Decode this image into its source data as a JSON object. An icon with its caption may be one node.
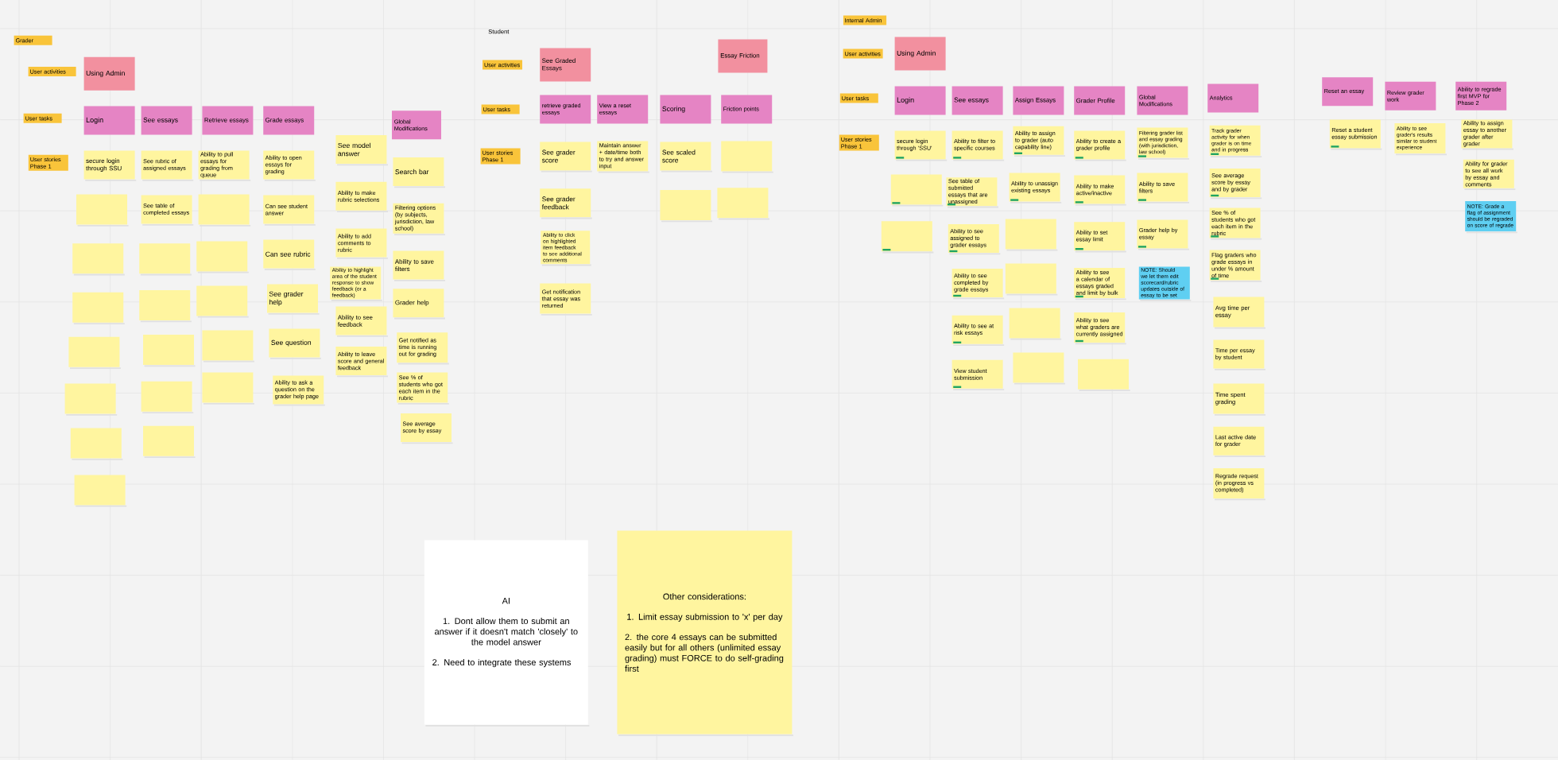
{
  "diagram": {
    "nodes": [
      {
        "text": [
          "Grader"
        ]
      },
      {
        "text": [
          "User activities"
        ]
      },
      {
        "text": [
          "User tasks"
        ]
      },
      {
        "text": [
          "User stories Phase 1"
        ]
      },
      {
        "text": [
          "Using Admin"
        ]
      },
      {
        "text": [
          "Login"
        ]
      },
      {
        "text": [
          "See essays"
        ]
      },
      {
        "text": [
          "Retrieve essays"
        ]
      },
      {
        "text": [
          "Grade essays"
        ]
      },
      {
        "text": [
          "secure login through SSU"
        ]
      },
      {
        "text": [],
        "shape": "box"
      },
      {
        "text": [],
        "shape": "box"
      },
      {
        "text": [],
        "shape": "box"
      },
      {
        "text": [],
        "shape": "box"
      },
      {
        "text": [],
        "shape": "box"
      },
      {
        "text": [],
        "shape": "box"
      },
      {
        "text": [],
        "shape": "box"
      },
      {
        "text": [
          "See rubric of assigned essays"
        ]
      },
      {
        "text": [
          "See table of completed essays"
        ]
      },
      {
        "text": [],
        "shape": "box"
      },
      {
        "text": [],
        "shape": "box"
      },
      {
        "text": [],
        "shape": "box"
      },
      {
        "text": [],
        "shape": "box"
      },
      {
        "text": [],
        "shape": "box"
      },
      {
        "text": [
          "Ability to pull essays for grading from queue"
        ]
      },
      {
        "text": [],
        "shape": "box"
      },
      {
        "text": [],
        "shape": "box"
      },
      {
        "text": [],
        "shape": "box"
      },
      {
        "text": [],
        "shape": "box"
      },
      {
        "text": [],
        "shape": "box"
      },
      {
        "text": [
          "Ability to open essays for grading"
        ]
      },
      {
        "text": [
          "Can see student answer"
        ]
      },
      {
        "text": [
          "Can see rubric"
        ]
      },
      {
        "text": [
          "See grader help"
        ]
      },
      {
        "text": [
          "See question"
        ]
      },
      {
        "text": [
          "Ability to ask a question on the grader help page"
        ]
      },
      {
        "text": [
          "See model answer"
        ]
      },
      {
        "text": [
          "Ability to make rubric selections"
        ]
      },
      {
        "text": [
          "Ability to add comments to rubric"
        ]
      },
      {
        "text": [
          "Ability to highlight area of the student response to show feedback (or a feedback)"
        ]
      },
      {
        "text": [
          "Ability to see feedback"
        ]
      },
      {
        "text": [
          "Ability to leave score and general feedback"
        ]
      },
      {
        "text": [
          "Global Modifications"
        ]
      },
      {
        "text": [
          "Search bar"
        ]
      },
      {
        "text": [
          "Filtering options (by subjects, jurisdiction, law school)"
        ]
      },
      {
        "text": [
          "Ability to save filters"
        ]
      },
      {
        "text": [
          "Grader help"
        ]
      },
      {
        "text": [
          "Get notified as time is running out for grading"
        ]
      },
      {
        "text": [
          "See % of students who got each item in the rubric"
        ]
      },
      {
        "text": [
          "See average score by essay"
        ]
      },
      {
        "text": [
          "User activities"
        ]
      },
      {
        "text": [
          "User tasks"
        ]
      },
      {
        "text": [
          "User stories Phase 1"
        ]
      },
      {
        "text": [
          "See Graded Essays"
        ]
      },
      {
        "text": [
          "Essay Friction"
        ]
      },
      {
        "text": [
          "retrieve graded essays"
        ]
      },
      {
        "text": [
          "View a reset essays"
        ]
      },
      {
        "text": [
          "Scoring"
        ]
      },
      {
        "text": [
          "Friction points"
        ]
      },
      {
        "text": [
          "See grader score"
        ]
      },
      {
        "text": [
          "See grader feedback"
        ]
      },
      {
        "text": [
          "Ability to click on highlighted item feedback to see additional comments"
        ]
      },
      {
        "text": [
          "Get notification that essay was returned"
        ]
      },
      {
        "text": [
          "Maintain answer + date/time both to try and answer input"
        ]
      },
      {
        "text": [
          "See scaled score"
        ]
      },
      {
        "text": [],
        "shape": "box"
      },
      {
        "text": [],
        "shape": "box"
      },
      {
        "text": [],
        "shape": "box"
      },
      {
        "text": [
          "Internal Admin"
        ]
      },
      {
        "text": [
          "User activities"
        ]
      },
      {
        "text": [
          "User tasks"
        ]
      },
      {
        "text": [
          "User stories Phase 1"
        ]
      },
      {
        "text": [
          "Using Admin"
        ]
      },
      {
        "text": [
          "Login"
        ]
      },
      {
        "text": [
          "See essays"
        ]
      },
      {
        "text": [
          "Assign Essays"
        ]
      },
      {
        "text": [
          "Grader Profile"
        ]
      },
      {
        "text": [
          "Global Modifications"
        ]
      },
      {
        "text": [
          "secure login through 'SSU'"
        ]
      },
      {
        "text": [],
        "shape": "box"
      },
      {
        "text": [],
        "shape": "box"
      },
      {
        "text": [
          "Ability to filter to specific courses"
        ]
      },
      {
        "text": [
          "See table of submitted essays that are unassigned"
        ]
      },
      {
        "text": [
          "Ability to see assigned to grader essays"
        ]
      },
      {
        "text": [
          "Ability to see completed by grade essays"
        ]
      },
      {
        "text": [
          "Ability to see at risk essays"
        ]
      },
      {
        "text": [
          "View student submission"
        ]
      },
      {
        "text": [
          "Ability to assign to grader (auto capability line)"
        ]
      },
      {
        "text": [
          "Ability to unassign existing essays"
        ]
      },
      {
        "text": [],
        "shape": "box"
      },
      {
        "text": [],
        "shape": "box"
      },
      {
        "text": [],
        "shape": "box"
      },
      {
        "text": [],
        "shape": "box"
      },
      {
        "text": [
          "Ability to create a grader profile"
        ]
      },
      {
        "text": [
          "Ability to make active/inactive"
        ]
      },
      {
        "text": [
          "Ability to set essay limit"
        ]
      },
      {
        "text": [
          "Ability to see a calendar of essays graded and limit by bulk"
        ]
      },
      {
        "text": [
          "Ability to see what graders are currently assigned"
        ]
      },
      {
        "text": [],
        "shape": "box"
      },
      {
        "text": [
          "Filtering grader list and essay grading (with jurisdiction, law school)"
        ]
      },
      {
        "text": [
          "Ability to save filters"
        ]
      },
      {
        "text": [
          "Grader help by essay"
        ]
      },
      {
        "text": [
          "NOTE: Should we let them edit scorecard/rubric updates outside of essay to be set"
        ]
      },
      {
        "text": [
          "Analytics"
        ]
      },
      {
        "text": [
          "Track grader activity for when grader is on time and in progress"
        ]
      },
      {
        "text": [
          "See average score by essay and by grader"
        ]
      },
      {
        "text": [
          "See % of students who got each item in the rubric"
        ]
      },
      {
        "text": [
          "Flag graders who grade essays in under % amount of time"
        ]
      },
      {
        "text": [
          "Avg time per essay"
        ]
      },
      {
        "text": [
          "Time per essay by student"
        ]
      },
      {
        "text": [
          "Time spent grading"
        ]
      },
      {
        "text": [
          "Last active date for grader"
        ]
      },
      {
        "text": [
          "Regrade request (in progress vs completed)"
        ]
      },
      {
        "text": [
          "Reset an essay"
        ]
      },
      {
        "text": [
          "Reset a student essay submission"
        ]
      },
      {
        "text": [
          "Review grader work"
        ]
      },
      {
        "text": [
          "Ability to see grader's results similar to student experience"
        ]
      },
      {
        "text": [
          "Ability to regrade first MVP for Phase 2"
        ]
      },
      {
        "text": [
          "Ability to assign essay to another grader after grader"
        ]
      },
      {
        "text": [
          "Ability for grader to see all work by essay and comments"
        ]
      },
      {
        "text": [
          "NOTE: Grade a flag of assignment should be regraded on score of regrade"
        ]
      },
      {
        "text": [
          "AI",
          "1.  Dont allow them to submit an answer if it doesn't match 'closely' to the model answer",
          "2.  Need to integrate these systems"
        ]
      },
      {
        "text": [
          "Other considerations:",
          "1.  Limit essay submission to 'x' per day",
          "2.  the core 4 essays can be submitted easily but for all others (unlimited essay grading) must FORCE to do self-grading first"
        ]
      }
    ],
    "labels": [
      "Student"
    ]
  }
}
